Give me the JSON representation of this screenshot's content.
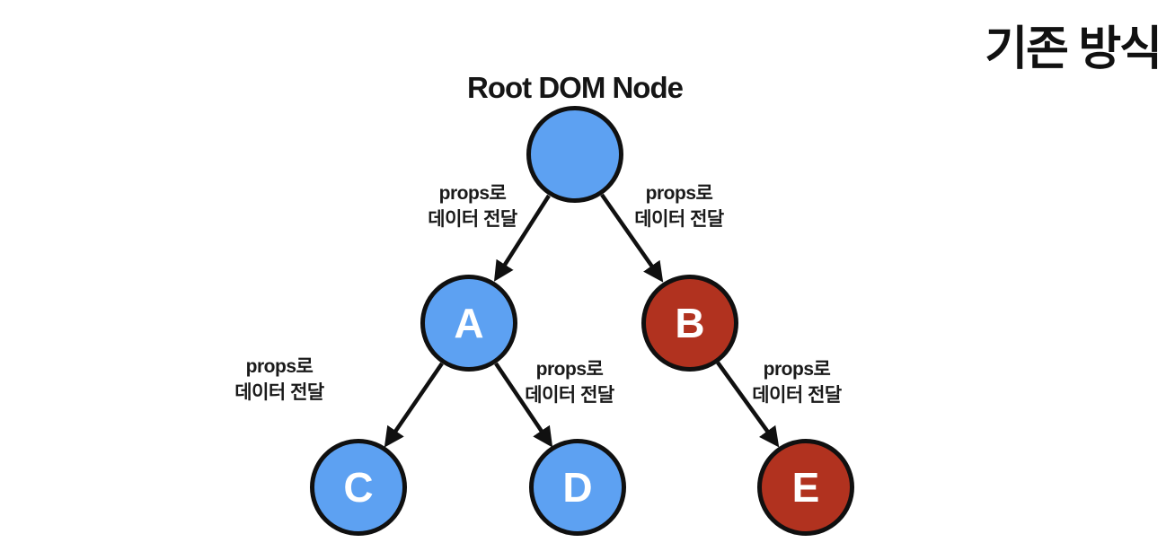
{
  "page": {
    "background_color": "#ffffff",
    "corner_title": "기존 방식"
  },
  "diagram": {
    "title": "Root DOM Node",
    "colors": {
      "node_blue": "#5da1f2",
      "node_red": "#b1321f",
      "outline": "#101010",
      "arrow": "#101010",
      "label_text": "#1a1a1a"
    },
    "nodes": [
      {
        "id": "root",
        "letter": "",
        "fill": "blue"
      },
      {
        "id": "A",
        "letter": "A",
        "fill": "blue"
      },
      {
        "id": "B",
        "letter": "B",
        "fill": "red"
      },
      {
        "id": "C",
        "letter": "C",
        "fill": "blue"
      },
      {
        "id": "D",
        "letter": "D",
        "fill": "blue"
      },
      {
        "id": "E",
        "letter": "E",
        "fill": "red"
      }
    ],
    "edges": [
      {
        "from": "root",
        "to": "A",
        "label_line1": "props로",
        "label_line2": "데이터 전달"
      },
      {
        "from": "root",
        "to": "B",
        "label_line1": "props로",
        "label_line2": "데이터 전달"
      },
      {
        "from": "A",
        "to": "C",
        "label_line1": "props로",
        "label_line2": "데이터 전달"
      },
      {
        "from": "A",
        "to": "D",
        "label_line1": "props로",
        "label_line2": "데이터 전달"
      },
      {
        "from": "B",
        "to": "E",
        "label_line1": "props로",
        "label_line2": "데이터 전달"
      }
    ]
  }
}
